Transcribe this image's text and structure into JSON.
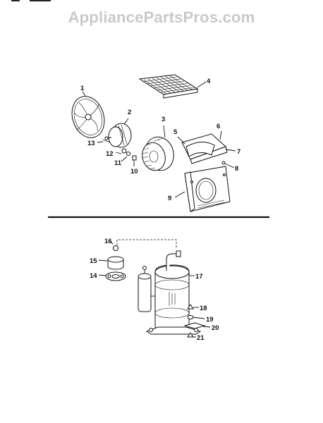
{
  "watermark": "AppliancePartsPros.com",
  "upper_callouts": [
    "1",
    "2",
    "3",
    "4",
    "5",
    "6",
    "7",
    "8",
    "9",
    "10",
    "11",
    "12",
    "13"
  ],
  "lower_callouts": [
    "14",
    "15",
    "16",
    "17",
    "18",
    "19",
    "20",
    "21"
  ],
  "callouts": {
    "c1": "1",
    "c2": "2",
    "c3": "3",
    "c4": "4",
    "c5": "5",
    "c6": "6",
    "c7": "7",
    "c8": "8",
    "c9": "9",
    "c10": "10",
    "c11": "11",
    "c12": "12",
    "c13": "13",
    "c14": "14",
    "c15": "15",
    "c16": "16",
    "c17": "17",
    "c18": "18",
    "c19": "19",
    "c20": "20",
    "c21": "21"
  }
}
